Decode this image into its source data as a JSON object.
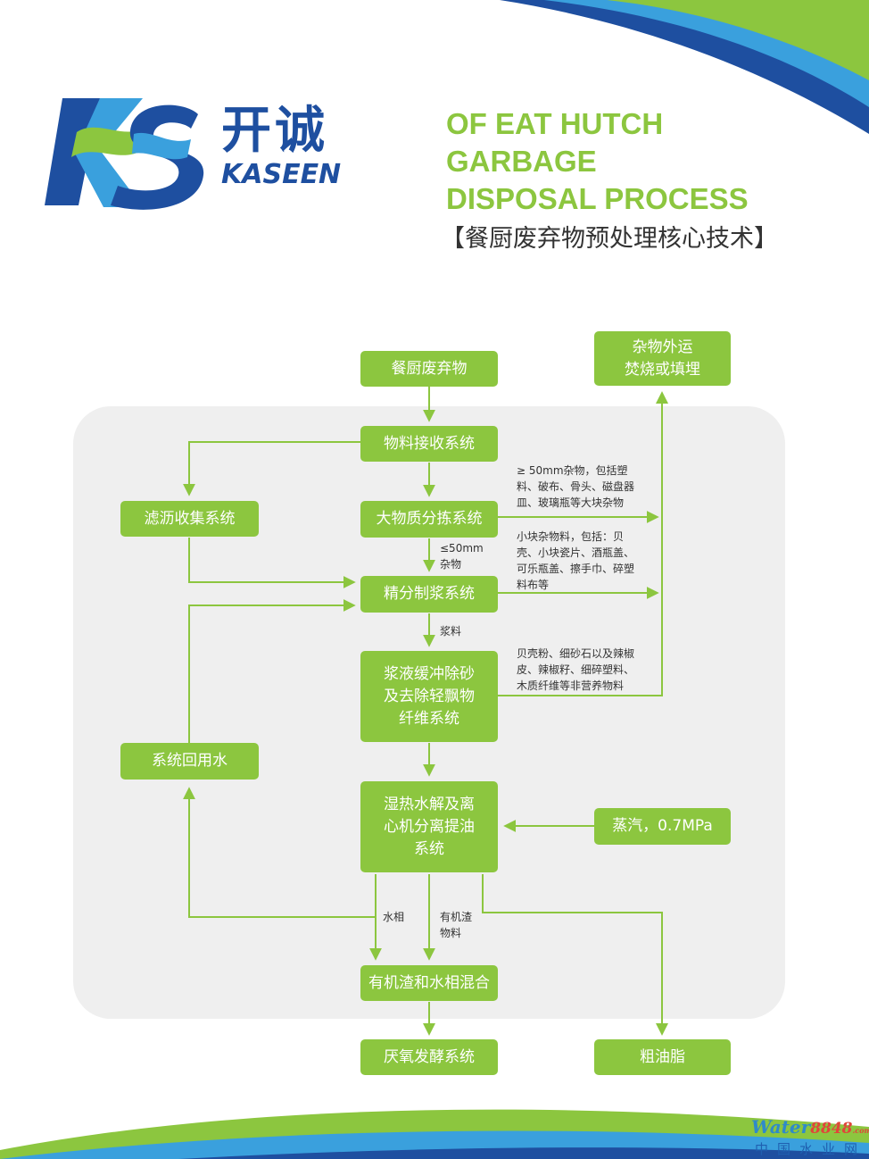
{
  "brand": {
    "logo_mark": "KS",
    "name_cn": "开诚",
    "name_en": "KASEEN"
  },
  "title": {
    "en_lines": [
      "OF EAT HUTCH",
      "GARBAGE",
      "DISPOSAL PROCESS"
    ],
    "cn": "【餐厨废弃物预处理核心技术】"
  },
  "colors": {
    "accent_green": "#8cc63f",
    "brand_blue": "#1e4fa0",
    "panel_gray": "#efefef"
  },
  "nodes": {
    "food_waste": "餐厨废弃物",
    "sundries_out": "杂物外运\n焚烧或填埋",
    "receiving": "物料接收系统",
    "leachate": "滤沥收集系统",
    "sorting": "大物质分拣系统",
    "pulping": "精分制浆系统",
    "desanding": "浆液缓冲除砂\n及去除轻飘物\n纤维系统",
    "recycled_water": "系统回用水",
    "hydrolysis": "湿热水解及离\n心机分离提油\n系统",
    "steam": "蒸汽，0.7MPa",
    "mixing": "有机渣和水相混合",
    "anaerobic": "厌氧发酵系统",
    "crude_oil": "粗油脂"
  },
  "notes": {
    "large_debris": "≥ 50mm杂物，包括塑\n料、破布、骨头、磁盘器\n皿、玻璃瓶等大块杂物",
    "small_debris": "小块杂物料，包括：贝\n壳、小块瓷片、酒瓶盖、\n可乐瓶盖、擦手巾、碎塑\n料布等",
    "fine_residue": "贝壳粉、细砂石以及辣椒\n皮、辣椒籽、细碎塑料、\n木质纤维等非营养物料",
    "le50": "≤50mm\n杂物",
    "slurry": "浆料",
    "water_phase": "水相",
    "organic_residue": "有机渣\n物料"
  },
  "watermark": {
    "part1": "Water",
    "part2": "8848",
    "part3": ".com",
    "cn": "中国水业网"
  }
}
